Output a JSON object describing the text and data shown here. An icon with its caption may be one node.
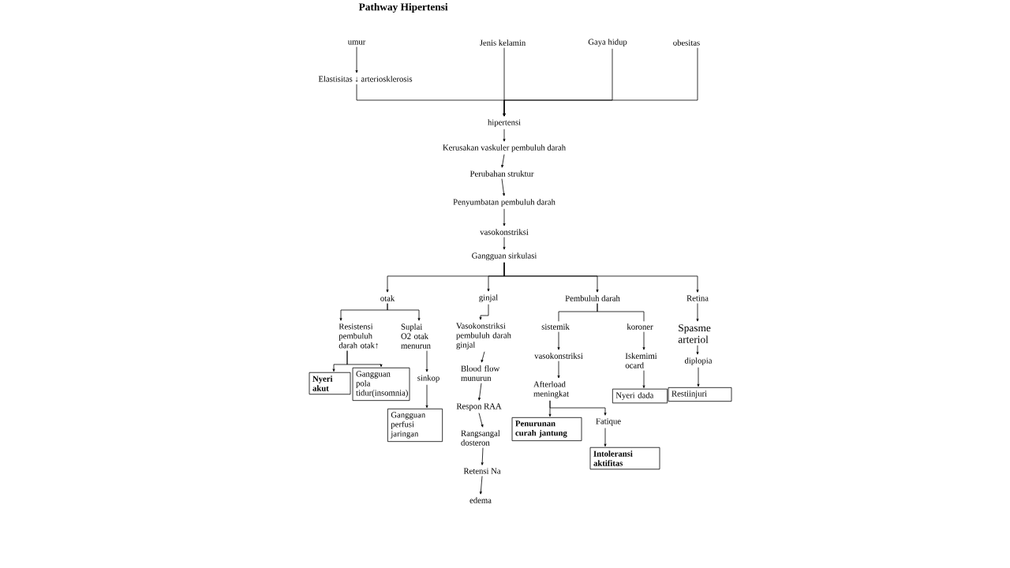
{
  "diagram": {
    "title": "Pathway Hipertensi",
    "nodes": [
      {
        "text": [
          "umur"
        ]
      },
      {
        "text": [
          "Elastisitas ↓ arteriosklerosis"
        ]
      },
      {
        "text": [
          "Jenis kelamin"
        ]
      },
      {
        "text": [
          "Gaya hidup"
        ]
      },
      {
        "text": [
          "obesitas"
        ]
      },
      {
        "text": [
          "hipertensi"
        ]
      },
      {
        "text": [
          "Kerusakan vaskuler pembuluh darah"
        ]
      },
      {
        "text": [
          "Perubahan struktur"
        ]
      },
      {
        "text": [
          "Penyumbatan pembuluh darah"
        ]
      },
      {
        "text": [
          "vasokonstriksi"
        ]
      },
      {
        "text": [
          "Gangguan sirkulasi"
        ]
      },
      {
        "text": [
          "otak"
        ]
      },
      {
        "text": [
          "ginjal"
        ]
      },
      {
        "text": [
          "Pembuluh darah"
        ]
      },
      {
        "text": [
          "Retina"
        ]
      },
      {
        "text": [
          "Resistensi pembuluh darah otak↑"
        ]
      },
      {
        "text": [
          "Suplai O2 otak menurun"
        ]
      },
      {
        "text": [
          "Nyeri akut"
        ]
      },
      {
        "text": [
          "Gangguan pola tidur(insomnia)"
        ]
      },
      {
        "text": [
          "sinkop"
        ]
      },
      {
        "text": [
          "Gangguan perfusi jaringan"
        ]
      },
      {
        "text": [
          "Vasokonstriksi pembuluh darah ginjal"
        ]
      },
      {
        "text": [
          "Blood flow munurun"
        ]
      },
      {
        "text": [
          "Respon RAA"
        ]
      },
      {
        "text": [
          "Rangsangal dosteron"
        ]
      },
      {
        "text": [
          "Retensi Na"
        ]
      },
      {
        "text": [
          "edema"
        ]
      },
      {
        "text": [
          "sistemik"
        ]
      },
      {
        "text": [
          "koroner"
        ]
      },
      {
        "text": [
          "vasokonstriksi"
        ]
      },
      {
        "text": [
          "Afterload meningkat"
        ]
      },
      {
        "text": [
          "Penurunan curah jantung"
        ]
      },
      {
        "text": [
          "Fatique"
        ]
      },
      {
        "text": [
          "Intoleransi aktifitas"
        ]
      },
      {
        "text": [
          "Iskemimi ocard"
        ]
      },
      {
        "text": [
          "Nyeri dada"
        ]
      },
      {
        "text": [
          "Spasme arteriol"
        ]
      },
      {
        "text": [
          "diplopia"
        ]
      },
      {
        "text": [
          "Restiinjuri"
        ]
      }
    ],
    "edges": [
      {
        "from": 0,
        "to": 1,
        "arrow": "to"
      },
      {
        "from": 1,
        "to": 5,
        "arrow": "to"
      },
      {
        "from": 2,
        "to": 5,
        "arrow": "to"
      },
      {
        "from": 3,
        "to": 5,
        "arrow": "to"
      },
      {
        "from": 4,
        "to": 5,
        "arrow": "to"
      },
      {
        "from": 5,
        "to": 6,
        "arrow": "to"
      },
      {
        "from": 6,
        "to": 7,
        "arrow": "to"
      },
      {
        "from": 7,
        "to": 8,
        "arrow": "to"
      },
      {
        "from": 8,
        "to": 9,
        "arrow": "to"
      },
      {
        "from": 9,
        "to": 10,
        "arrow": "to"
      },
      {
        "from": 10,
        "to": 11,
        "arrow": "to"
      },
      {
        "from": 10,
        "to": 12,
        "arrow": "to"
      },
      {
        "from": 10,
        "to": 13,
        "arrow": "to"
      },
      {
        "from": 10,
        "to": 14,
        "arrow": "to"
      },
      {
        "from": 11,
        "to": 15,
        "arrow": "to"
      },
      {
        "from": 11,
        "to": 16,
        "arrow": "to"
      },
      {
        "from": 15,
        "to": 17,
        "arrow": "to"
      },
      {
        "from": 15,
        "to": 18,
        "arrow": "to"
      },
      {
        "from": 16,
        "to": 19,
        "arrow": "to"
      },
      {
        "from": 19,
        "to": 20,
        "arrow": "to"
      },
      {
        "from": 12,
        "to": 21,
        "arrow": "to"
      },
      {
        "from": 21,
        "to": 22,
        "arrow": "to"
      },
      {
        "from": 22,
        "to": 23,
        "arrow": "to"
      },
      {
        "from": 23,
        "to": 24,
        "arrow": "to"
      },
      {
        "from": 24,
        "to": 25,
        "arrow": "to"
      },
      {
        "from": 25,
        "to": 26,
        "arrow": "to"
      },
      {
        "from": 13,
        "to": 27,
        "arrow": "none"
      },
      {
        "from": 13,
        "to": 28,
        "arrow": "none"
      },
      {
        "from": 27,
        "to": 29,
        "arrow": "to"
      },
      {
        "from": 29,
        "to": 30,
        "arrow": "to"
      },
      {
        "from": 30,
        "to": 31,
        "arrow": "to"
      },
      {
        "from": 30,
        "to": 32,
        "arrow": "to"
      },
      {
        "from": 32,
        "to": 33,
        "arrow": "to"
      },
      {
        "from": 28,
        "to": 34,
        "arrow": "to"
      },
      {
        "from": 34,
        "to": 35,
        "arrow": "to"
      },
      {
        "from": 14,
        "to": 36,
        "arrow": "to"
      },
      {
        "from": 36,
        "to": 37,
        "arrow": "to"
      },
      {
        "from": 37,
        "to": 38,
        "arrow": "to"
      }
    ]
  }
}
